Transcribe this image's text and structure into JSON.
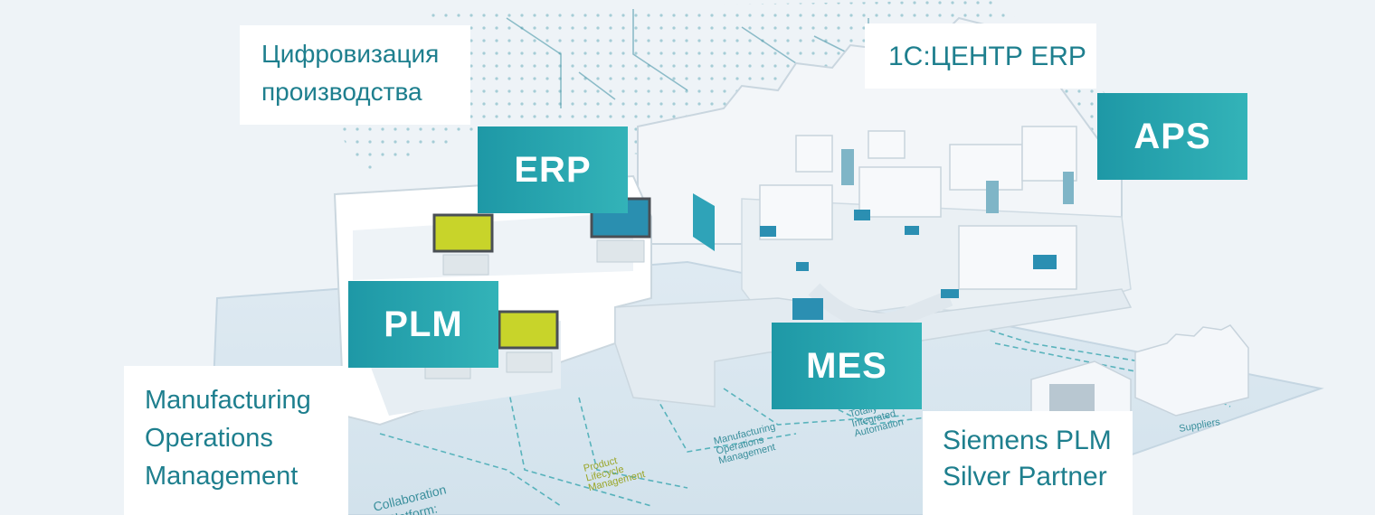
{
  "labels": {
    "digitization": [
      "Цифровизация",
      "производства"
    ],
    "center_erp": "1С:ЦЕНТР ERP",
    "erp": "ERP",
    "aps": "APS",
    "plm": "PLM",
    "mes": "MES",
    "mom": [
      "Manufacturing",
      "Operations",
      "Management"
    ],
    "partner": [
      "Siemens PLM",
      "Silver Partner"
    ]
  },
  "floor_labels": {
    "collaboration": [
      "Collaboration",
      "Platform:"
    ],
    "product_lifecycle": [
      "Product",
      "Lifecycle",
      "Management"
    ],
    "mom": [
      "Manufacturing",
      "Operations",
      "Management"
    ],
    "tia": [
      "Totally",
      "Integrated",
      "Automation"
    ],
    "suppliers": "Suppliers"
  },
  "colors": {
    "accent": "#2aa8b2",
    "text": "#1e7f8e",
    "line": "#3aa7b0",
    "screen_yellow": "#c8d42a"
  }
}
